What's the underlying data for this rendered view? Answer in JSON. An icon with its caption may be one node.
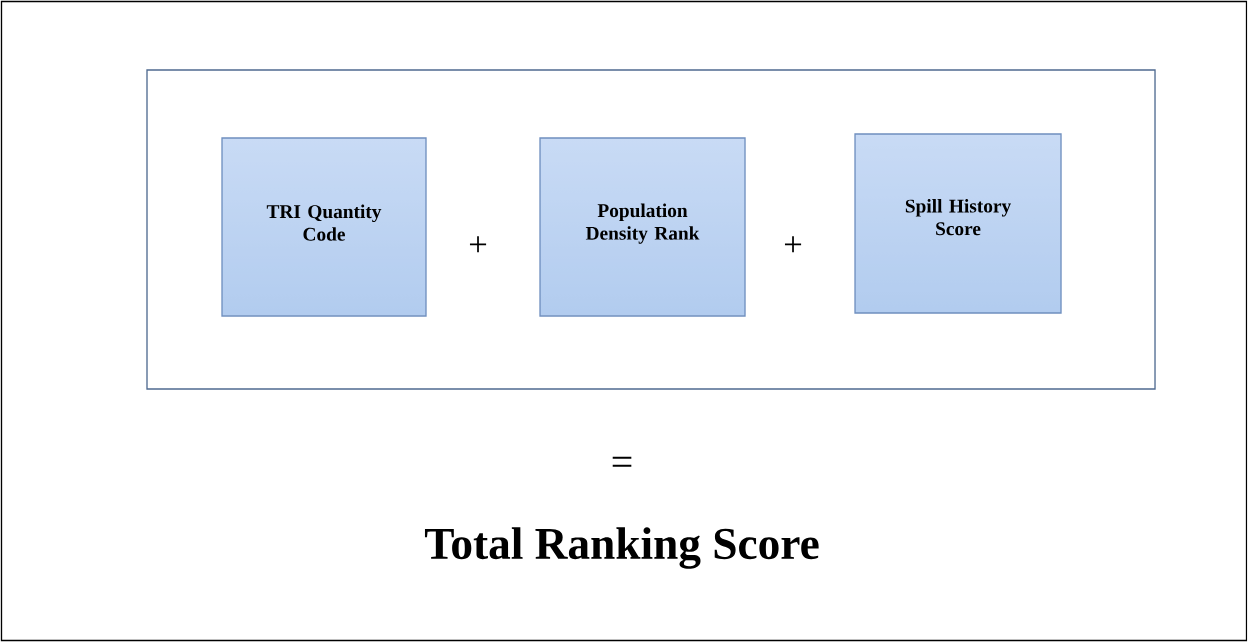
{
  "diagram": {
    "nodes": [
      {
        "text": [],
        "shape": "box"
      },
      {
        "text": [
          "TRI Quantity Code"
        ],
        "in": 0
      },
      {
        "text": [
          "Population Density Rank"
        ],
        "in": 0
      },
      {
        "text": [
          "Spill History Score"
        ],
        "in": 0
      }
    ],
    "labels": [
      "+",
      "+",
      "=",
      "Total Ranking Score"
    ]
  }
}
